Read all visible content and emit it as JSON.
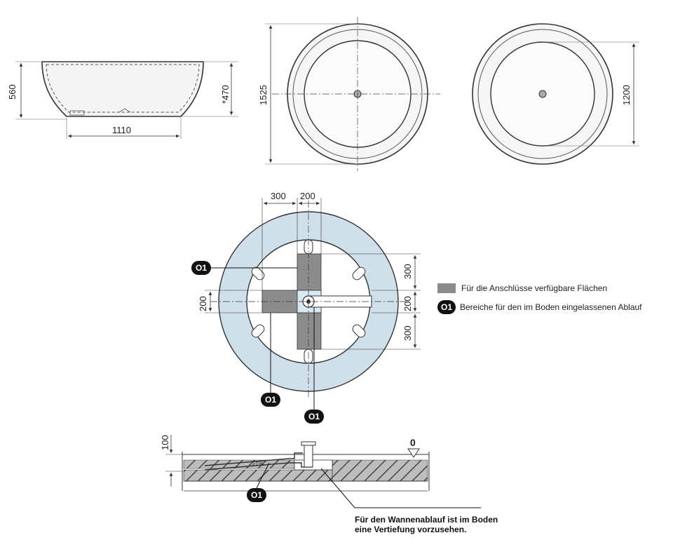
{
  "side_view": {
    "height_label": "560",
    "inner_height_label": "*470",
    "width_label": "1110"
  },
  "top_view_outer": {
    "diameter_label": "1525"
  },
  "top_view_inner": {
    "diameter_label": "1200"
  },
  "floor_plan": {
    "top_dim_left": "300",
    "top_dim_right": "200",
    "left_dim": "200",
    "right_dim_top": "300",
    "right_dim_mid": "200",
    "right_dim_bottom": "300",
    "badge_text": "O1"
  },
  "section": {
    "depth_label": "100",
    "level_label": "0",
    "slope_label": "≥1%"
  },
  "legend": {
    "items": [
      {
        "label": "Für die Anschlüsse verfügbare Flächen",
        "color": "#8c8c8c"
      },
      {
        "label": "Bereiche für den im Boden eingelassenen Ablauf",
        "badge": "O1"
      }
    ]
  },
  "note": {
    "line1": "Für den Wannenablauf ist im Boden",
    "line2": "eine Vertiefung vorzusehen."
  }
}
